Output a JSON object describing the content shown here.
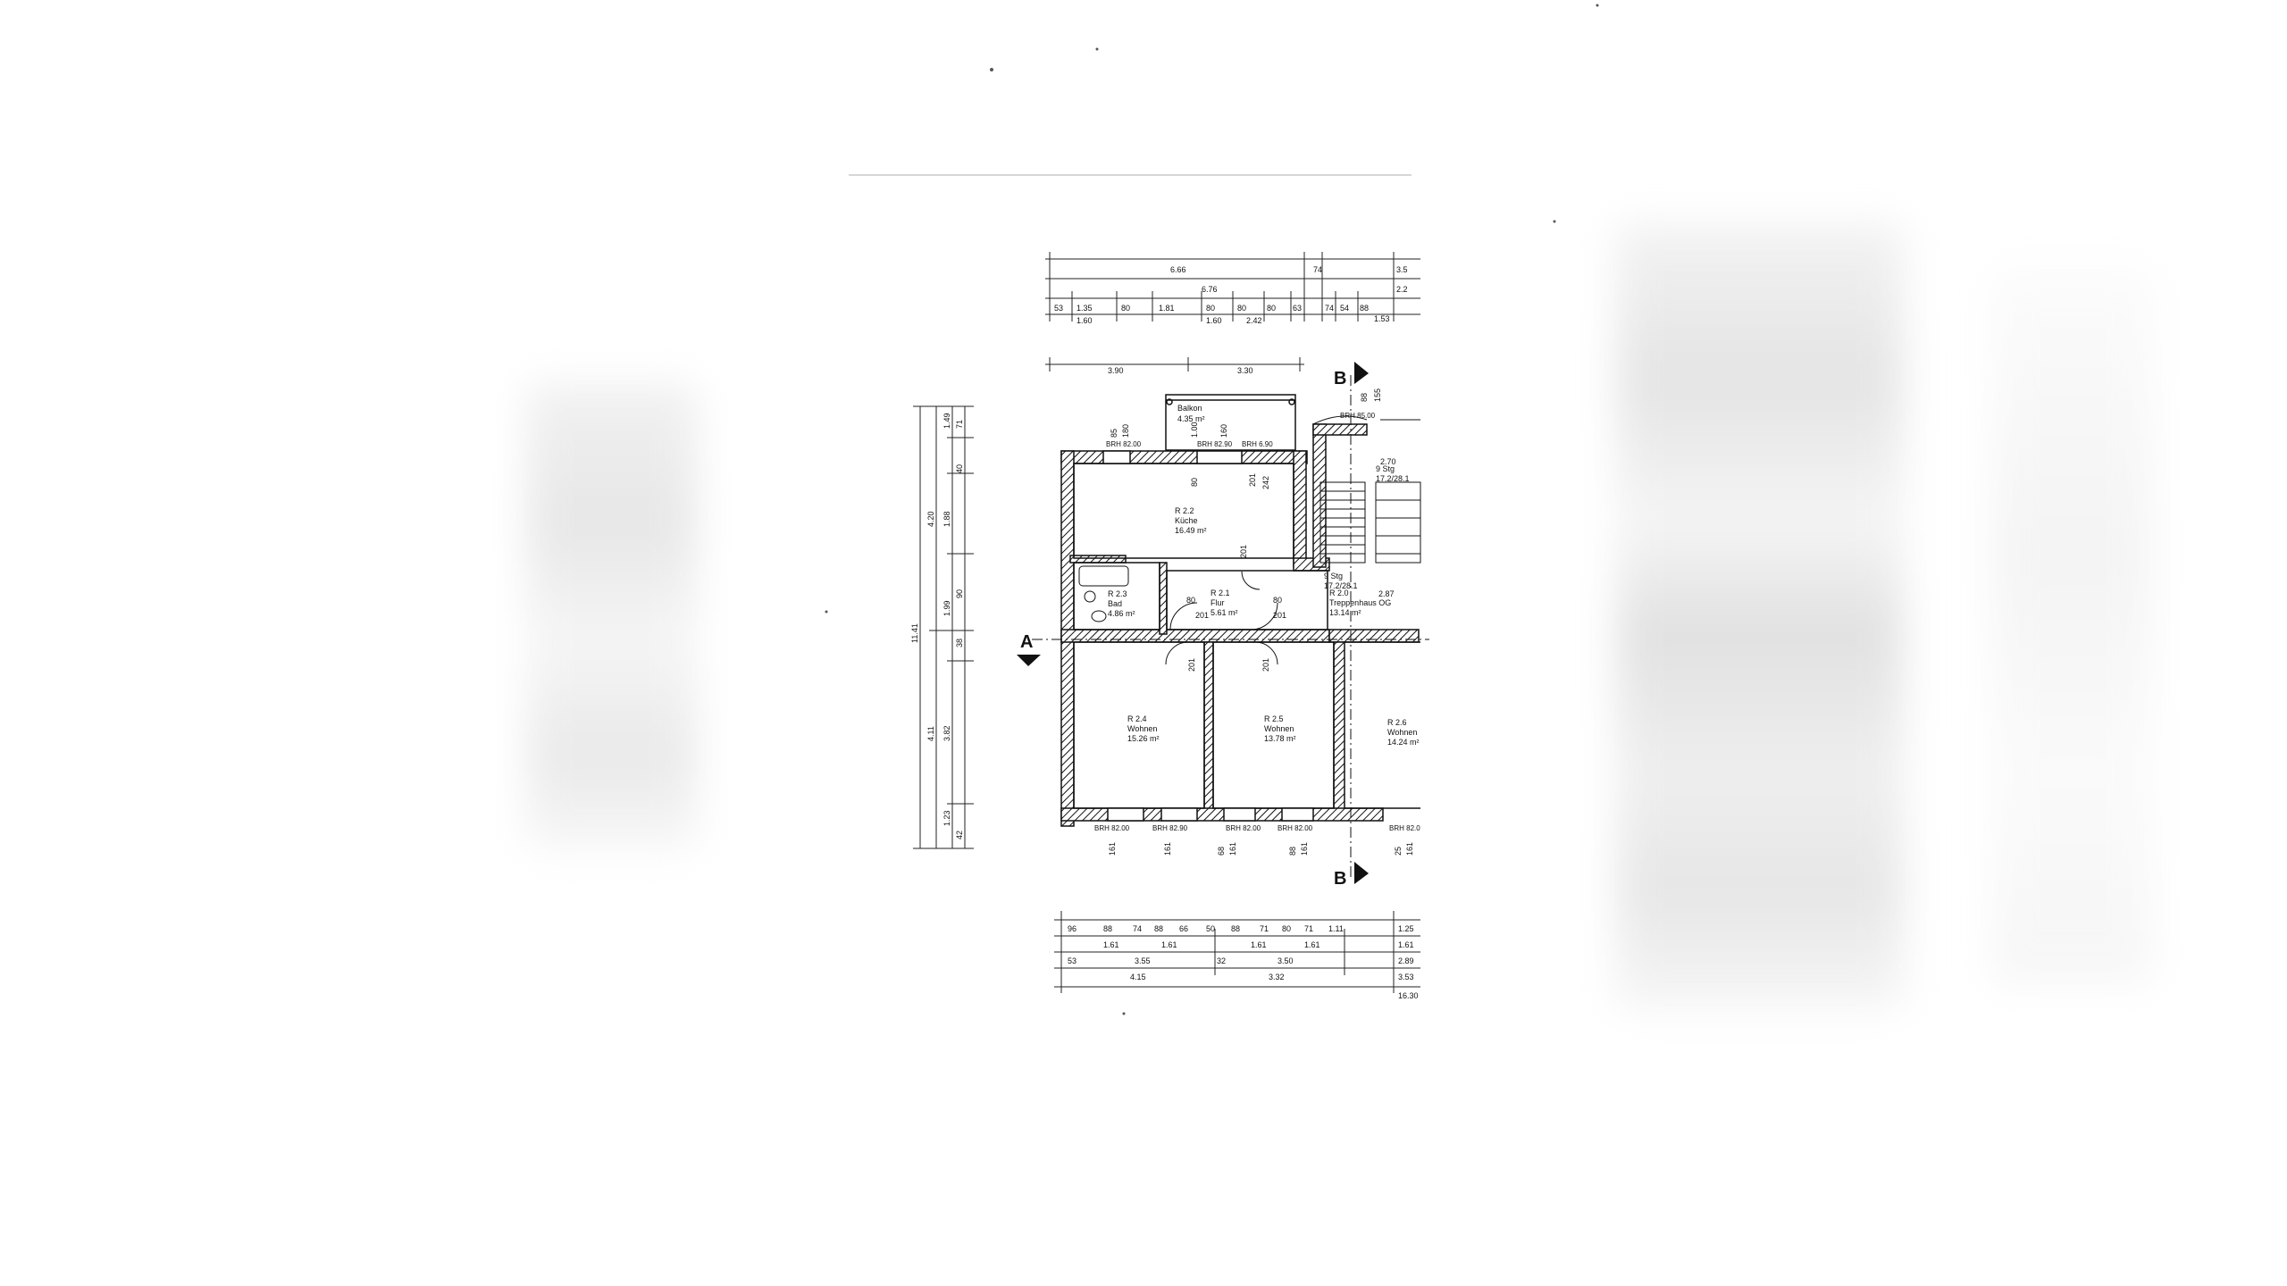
{
  "plan": {
    "top_dimensions": {
      "row1": [
        "6.66",
        "74",
        "3.5"
      ],
      "row2": [
        "6.76",
        "2.2"
      ],
      "row3": [
        "53",
        "1.35",
        "80",
        "1.81",
        "80",
        "80",
        "80",
        "63",
        "74",
        "54",
        "88",
        "1.53"
      ],
      "row4": [
        "1.60",
        "1.60",
        "2.42"
      ],
      "row5": [
        "3.90",
        "3.30"
      ]
    },
    "bottom_dimensions": {
      "row1": [
        "96",
        "88",
        "74",
        "88",
        "66",
        "50",
        "88",
        "71",
        "80",
        "71",
        "1.11",
        "1.25"
      ],
      "row2": [
        "1.61",
        "1.61",
        "1.61",
        "1.61",
        "1.61"
      ],
      "row3": [
        "53",
        "3.55",
        "32",
        "3.50",
        "2.89"
      ],
      "row4": [
        "4.15",
        "3.32",
        "3.53"
      ],
      "row5": [
        "16.30"
      ]
    },
    "left_dimensions": {
      "outer": "11.41",
      "inner_a": [
        "4.20",
        "4.11"
      ],
      "inner_b": [
        "1.49",
        "1.88",
        "1.99",
        "3.82",
        "1.23"
      ],
      "inner_c": [
        "71",
        "40",
        "90",
        "38",
        "42"
      ]
    },
    "rooms": [
      {
        "id": "Balkon",
        "name": "",
        "area": "4.35 m²"
      },
      {
        "id": "R 2.2",
        "name": "Küche",
        "area": "16.49 m²"
      },
      {
        "id": "R 2.3",
        "name": "Bad",
        "area": "4.86 m²"
      },
      {
        "id": "R 2.1",
        "name": "Flur",
        "area": "5.61 m²"
      },
      {
        "id": "R 2.0",
        "name": "Treppenhaus OG",
        "area": "13.14 m²"
      },
      {
        "id": "R 2.4",
        "name": "Wohnen",
        "area": "15.26 m²"
      },
      {
        "id": "R 2.5",
        "name": "Wohnen",
        "area": "13.78 m²"
      },
      {
        "id": "R 2.6",
        "name": "Wohnen",
        "area": "14.24 m²"
      }
    ],
    "stair_labels": [
      "9 Stg",
      "17.2/28.1",
      "9 Stg",
      "17.2/28.1",
      "2.70",
      "2.87"
    ],
    "brh_labels": [
      "BRH 82.00",
      "BRH 82.90",
      "BRH 6.90",
      "BRH 85.00",
      "BRH 82.00",
      "BRH 82.90",
      "BRH 82.00",
      "BRH 82.00",
      "BRH 82.0"
    ],
    "door_labels": [
      "201",
      "201",
      "201",
      "201",
      "201",
      "201",
      "80",
      "80"
    ],
    "window_dims": [
      "85",
      "180",
      "1.00",
      "160",
      "161",
      "161",
      "68",
      "161",
      "88",
      "161",
      "25",
      "161",
      "88",
      "155",
      "80",
      "242"
    ],
    "section_labels": [
      "A",
      "B",
      "B"
    ]
  }
}
